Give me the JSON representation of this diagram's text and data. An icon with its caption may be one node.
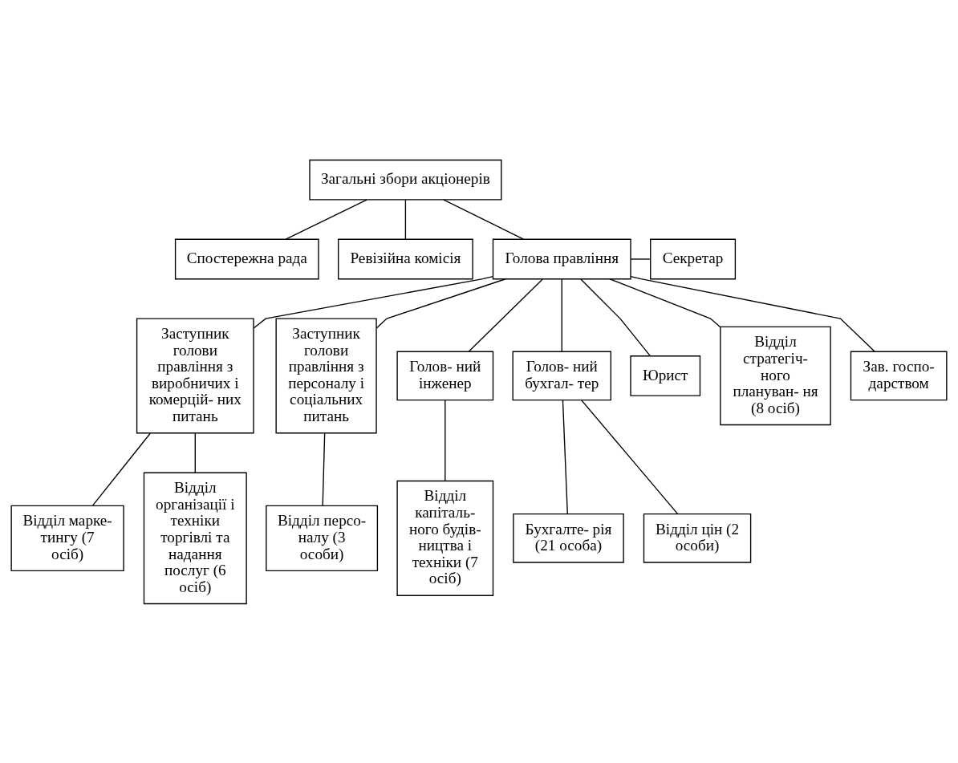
{
  "diagram": {
    "nodes": [
      {
        "text": [
          "Загальні збори акціонерів"
        ]
      },
      {
        "text": [
          "Спостережна рада"
        ]
      },
      {
        "text": [
          "Ревізійна комісія"
        ]
      },
      {
        "text": [
          "Голова правління"
        ]
      },
      {
        "text": [
          "Секретар"
        ]
      },
      {
        "text": [
          "Заступник голови правління з виробничих і комерцій- них питань"
        ]
      },
      {
        "text": [
          "Заступник голови правління з персоналу і соціальних питань"
        ]
      },
      {
        "text": [
          "Голов- ний інженер"
        ]
      },
      {
        "text": [
          "Голов- ний бухгал- тер"
        ]
      },
      {
        "text": [
          "Юрист"
        ]
      },
      {
        "text": [
          "Відділ стратегіч- ного плануван- ня (8 осіб)"
        ]
      },
      {
        "text": [
          "Зав. госпо- дарством"
        ]
      },
      {
        "text": [
          "Відділ марке- тингу (7 осіб)"
        ]
      },
      {
        "text": [
          "Відділ організації і техніки торгівлі та надання послуг (6 осіб)"
        ]
      },
      {
        "text": [
          "Відділ персо- налу (3 особи)"
        ]
      },
      {
        "text": [
          "Відділ капіталь- ного будів- ництва і техніки (7 осіб)"
        ]
      },
      {
        "text": [
          "Бухгалте- рія (21 особа)"
        ]
      },
      {
        "text": [
          "Відділ цін (2 особи)"
        ]
      }
    ],
    "edges": [
      {
        "from": 0,
        "to": 1,
        "arrow": "none"
      },
      {
        "from": 0,
        "to": 2,
        "arrow": "none"
      },
      {
        "from": 0,
        "to": 3,
        "arrow": "none"
      },
      {
        "from": 3,
        "to": 4,
        "arrow": "none"
      },
      {
        "from": 3,
        "to": 5,
        "arrow": "none"
      },
      {
        "from": 3,
        "to": 6,
        "arrow": "none"
      },
      {
        "from": 3,
        "to": 7,
        "arrow": "none"
      },
      {
        "from": 3,
        "to": 8,
        "arrow": "none"
      },
      {
        "from": 3,
        "to": 9,
        "arrow": "none"
      },
      {
        "from": 3,
        "to": 10,
        "arrow": "none"
      },
      {
        "from": 3,
        "to": 11,
        "arrow": "none"
      },
      {
        "from": 5,
        "to": 12,
        "arrow": "none"
      },
      {
        "from": 5,
        "to": 13,
        "arrow": "none"
      },
      {
        "from": 6,
        "to": 14,
        "arrow": "none"
      },
      {
        "from": 7,
        "to": 15,
        "arrow": "none"
      },
      {
        "from": 8,
        "to": 16,
        "arrow": "none"
      },
      {
        "from": 8,
        "to": 17,
        "arrow": "none"
      }
    ]
  }
}
